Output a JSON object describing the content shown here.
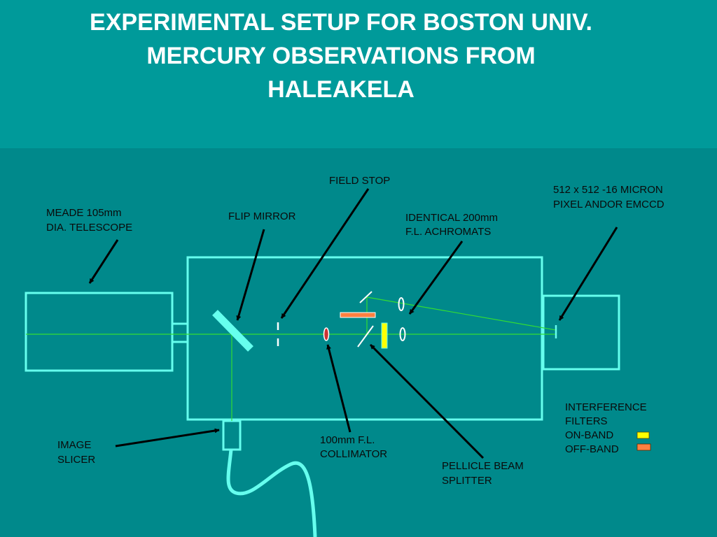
{
  "title": {
    "line1": "EXPERIMENTAL SETUP FOR BOSTON UNIV.",
    "line2": "MERCURY OBSERVATIONS FROM",
    "line3": "HALEAKELA"
  },
  "labels": {
    "telescope": [
      "MEADE 105mm",
      "DIA. TELESCOPE"
    ],
    "flip_mirror": [
      "FLIP MIRROR"
    ],
    "field_stop": [
      "FIELD STOP"
    ],
    "achromats": [
      "IDENTICAL 200mm",
      "F.L. ACHROMATS"
    ],
    "emccd": [
      "512 x 512 -16 MICRON",
      "PIXEL ANDOR EMCCD"
    ],
    "image_slicer": [
      "IMAGE",
      "SLICER"
    ],
    "collimator": [
      "100mm F.L.",
      "COLLIMATOR"
    ],
    "beam_splitter": [
      "PELLICLE BEAM",
      "SPLITTER"
    ],
    "filters": [
      "INTERFERENCE",
      "FILTERS",
      "ON-BAND",
      "OFF-BAND"
    ]
  },
  "colors": {
    "title_band": "#009a9a",
    "background": "#00898b",
    "outline": "#66ffee",
    "beam": "#33dd33",
    "on_band": "#ffff00",
    "off_band": "#ff8040"
  }
}
